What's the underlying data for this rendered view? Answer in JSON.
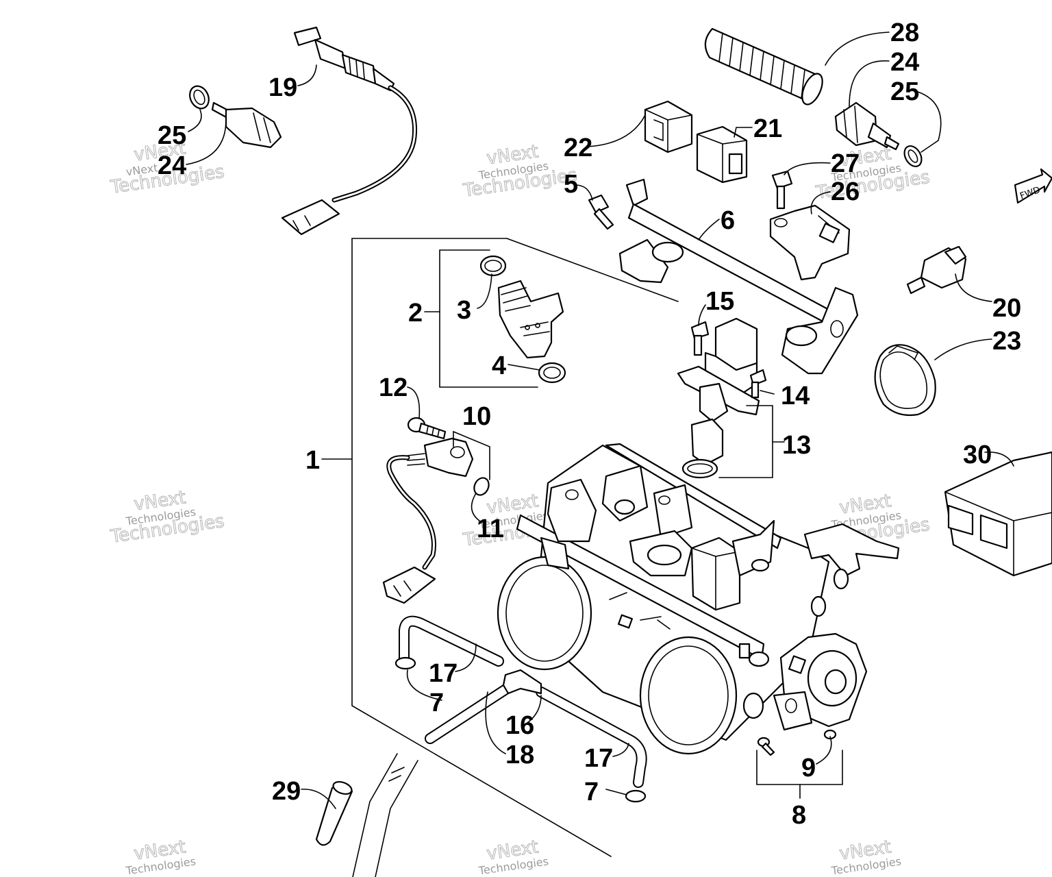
{
  "diagram": {
    "callouts": [
      {
        "id": "c28",
        "text": "28"
      },
      {
        "id": "c24a",
        "text": "24"
      },
      {
        "id": "c25a",
        "text": "25"
      },
      {
        "id": "c19",
        "text": "19"
      },
      {
        "id": "c25b",
        "text": "25"
      },
      {
        "id": "c24b",
        "text": "24"
      },
      {
        "id": "c22",
        "text": "22"
      },
      {
        "id": "c21",
        "text": "21"
      },
      {
        "id": "c27",
        "text": "27"
      },
      {
        "id": "c26",
        "text": "26"
      },
      {
        "id": "c5",
        "text": "5"
      },
      {
        "id": "c6",
        "text": "6"
      },
      {
        "id": "c2",
        "text": "2"
      },
      {
        "id": "c3",
        "text": "3"
      },
      {
        "id": "c4",
        "text": "4"
      },
      {
        "id": "c15",
        "text": "15"
      },
      {
        "id": "c14",
        "text": "14"
      },
      {
        "id": "c13",
        "text": "13"
      },
      {
        "id": "c20",
        "text": "20"
      },
      {
        "id": "c23",
        "text": "23"
      },
      {
        "id": "c12",
        "text": "12"
      },
      {
        "id": "c10",
        "text": "10"
      },
      {
        "id": "c1",
        "text": "1"
      },
      {
        "id": "c11",
        "text": "11"
      },
      {
        "id": "c30",
        "text": "30"
      },
      {
        "id": "c17a",
        "text": "17"
      },
      {
        "id": "c7a",
        "text": "7"
      },
      {
        "id": "c16",
        "text": "16"
      },
      {
        "id": "c18",
        "text": "18"
      },
      {
        "id": "c17b",
        "text": "17"
      },
      {
        "id": "c7b",
        "text": "7"
      },
      {
        "id": "c9",
        "text": "9"
      },
      {
        "id": "c8",
        "text": "8"
      },
      {
        "id": "c29",
        "text": "29"
      }
    ],
    "watermark": {
      "line1": "vNext",
      "line2": "Technologies"
    },
    "fwd_label": "FWD"
  }
}
